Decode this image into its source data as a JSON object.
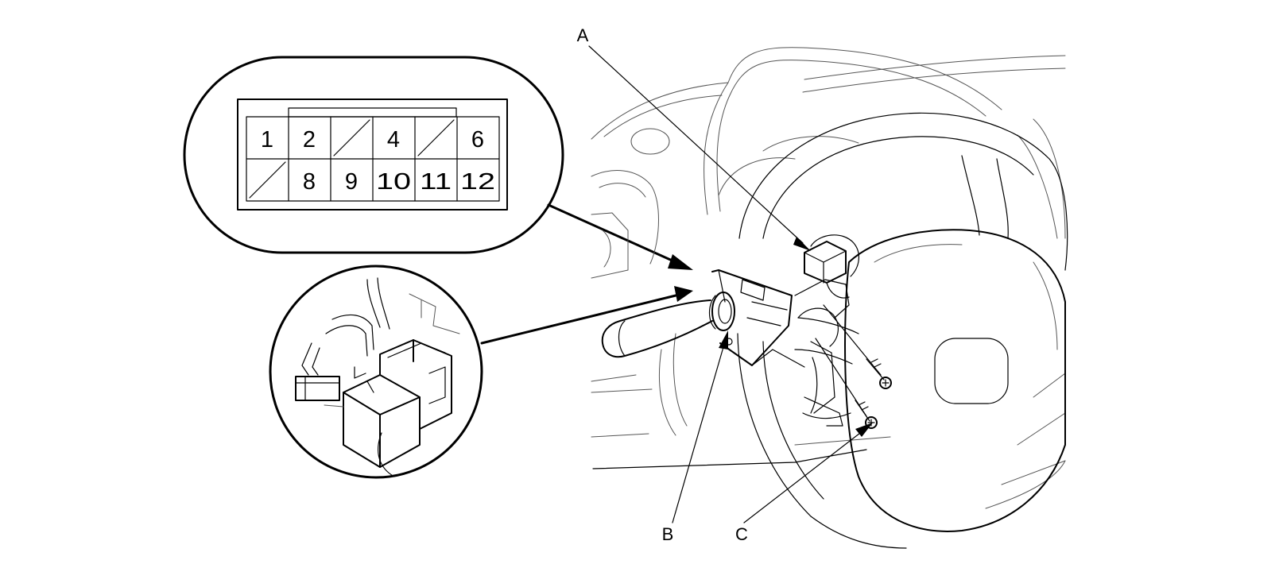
{
  "connector": {
    "pins_row1": [
      "1",
      "2",
      "",
      "4",
      "",
      "6"
    ],
    "pins_row2": [
      "",
      "8",
      "9",
      "10",
      "11",
      "12"
    ]
  },
  "callouts": {
    "a": "A",
    "b": "B",
    "c": "C"
  }
}
